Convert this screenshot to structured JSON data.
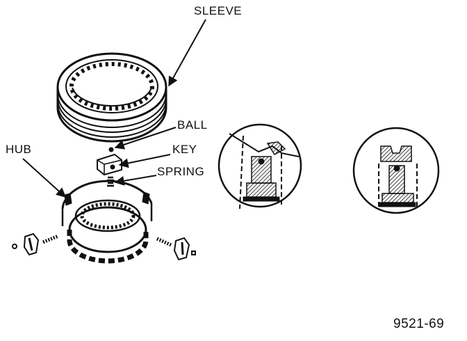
{
  "labels": {
    "sleeve": "SLEEVE",
    "ball": "BALL",
    "key": "KEY",
    "spring": "SPRING",
    "hub": "HUB"
  },
  "figure_number": "9521-69",
  "colors": {
    "ink": "#111111",
    "paper": "#ffffff"
  }
}
